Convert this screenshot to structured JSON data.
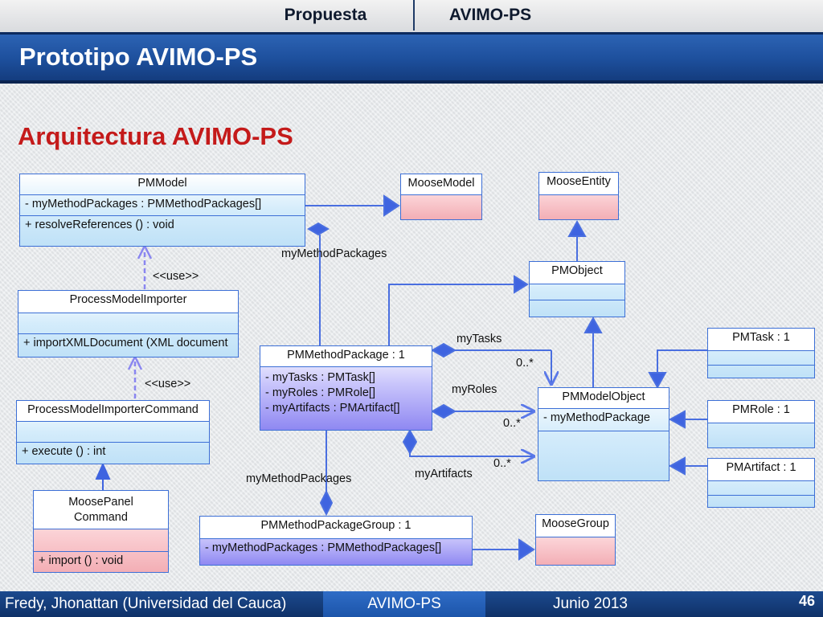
{
  "header": {
    "tab_left": "Propuesta",
    "tab_right": "AVIMO-PS",
    "title": "Prototipo AVIMO-PS"
  },
  "heading": "Arquitectura  AVIMO-PS",
  "classes": {
    "pmmodel": {
      "name": "PMModel",
      "attrs": [
        "-   myMethodPackages   : PMMethodPackages[]"
      ],
      "ops": [
        "+   resolveReferences ()   : void"
      ]
    },
    "moosemodel": {
      "name": "MooseModel"
    },
    "mooseentity": {
      "name": "MooseEntity"
    },
    "pmobject": {
      "name": "PMObject"
    },
    "processmodelimporter": {
      "name": "ProcessModelImporter",
      "ops": [
        "+   importXMLDocument (XML document"
      ]
    },
    "pmmethodpackage": {
      "name": "PMMethodPackage : 1",
      "attrs": [
        "-   myTasks        : PMTask[]",
        "-   myRoles        : PMRole[]",
        "-   myArtifacts   : PMArtifact[]"
      ]
    },
    "pmtask": {
      "name": "PMTask : 1"
    },
    "processmodelimportercommand": {
      "name": "ProcessModelImporterCommand",
      "ops": [
        "+   execute ()   : int"
      ]
    },
    "pmmodelobject": {
      "name": "PMModelObject",
      "attrs": [
        "-   myMethodPackage"
      ]
    },
    "pmrole": {
      "name": "PMRole : 1"
    },
    "pmartifact": {
      "name": "PMArtifact : 1"
    },
    "moosepanelcommand": {
      "name_line1": "MoosePanel",
      "name_line2": "Command",
      "ops": [
        "+   import ()   : void"
      ]
    },
    "pmmethodpackagegroup": {
      "name": "PMMethodPackageGroup : 1",
      "attrs": [
        "-   myMethodPackages   : PMMethodPackages[]"
      ]
    },
    "moosegroup": {
      "name": "MooseGroup"
    }
  },
  "labels": {
    "mymethodpackages_top": "myMethodPackages",
    "use1": "<<use>>",
    "use2": "<<use>>",
    "mytasks": "myTasks",
    "mult_tasks": "0..*",
    "myroles": "myRoles",
    "mult_roles": "0..*",
    "myartifacts": "myArtifacts",
    "mult_artifacts": "0..*",
    "mymethodpackages_bottom": "myMethodPackages"
  },
  "footer": {
    "author": "Fredy, Jhonattan (Universidad del Cauca)",
    "project": "AVIMO-PS",
    "date": "Junio 2013",
    "page": "46"
  },
  "colors": {
    "title_bar": "#1d4f9c",
    "heading": "#c41a1a",
    "connector": "#3c6fd6",
    "footer": "#0f3168"
  }
}
